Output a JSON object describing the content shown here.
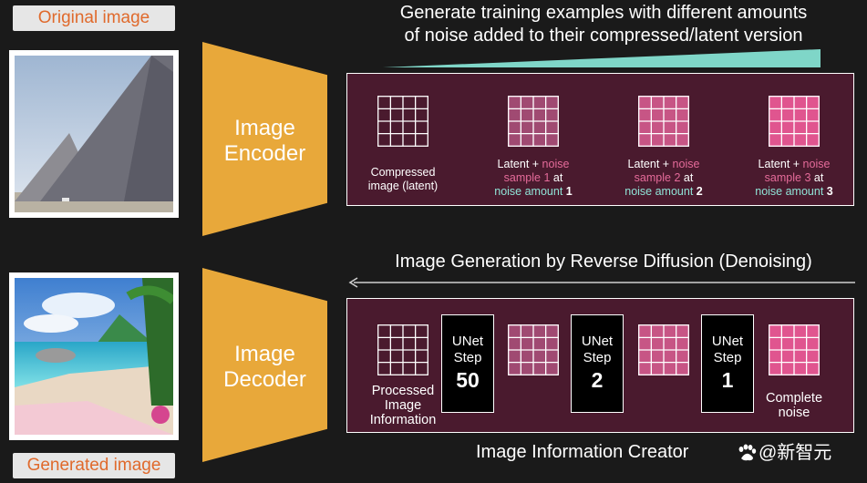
{
  "labels": {
    "original_image": "Original image",
    "generated_image": "Generated image"
  },
  "encoder": {
    "line1": "Image",
    "line2": "Encoder"
  },
  "decoder": {
    "line1": "Image",
    "line2": "Decoder"
  },
  "top": {
    "headline_line1": "Generate training examples with different amounts",
    "headline_line2": "of noise added to their compressed/latent version",
    "compressed_line1": "Compressed",
    "compressed_line2": "image (latent)",
    "samples": [
      {
        "latent": "Latent + ",
        "noise": "noise",
        "sample": "sample 1",
        "at": " at",
        "amount_text": "noise amount ",
        "amount_num": "1"
      },
      {
        "latent": "Latent + ",
        "noise": "noise",
        "sample": "sample 2",
        "at": " at",
        "amount_text": "noise amount ",
        "amount_num": "2"
      },
      {
        "latent": "Latent + ",
        "noise": "noise",
        "sample": "sample 3",
        "at": " at",
        "amount_text": "noise amount ",
        "amount_num": "3"
      }
    ]
  },
  "bottom": {
    "headline": "Image Generation by Reverse Diffusion (Denoising)",
    "processed_line1": "Processed",
    "processed_line2": "Image",
    "processed_line3": "Information",
    "unet_steps": [
      {
        "line1": "UNet",
        "line2": "Step",
        "num": "50"
      },
      {
        "line1": "UNet",
        "line2": "Step",
        "num": "2"
      },
      {
        "line1": "UNet",
        "line2": "Step",
        "num": "1"
      }
    ],
    "complete_line1": "Complete",
    "complete_line2": "noise",
    "footer": "Image Information Creator",
    "watermark": "@新智元"
  },
  "colors": {
    "accent_orange": "#e06a2c",
    "codec_gold": "#e8a83a",
    "panel_maroon": "#4a1a2e",
    "noise_pink": "#e56b9a",
    "amount_teal": "#8fe3d6",
    "wedge_teal": "#7fd6c8"
  },
  "icons": [
    "paw-icon",
    "left-arrow-icon",
    "noise-wedge-icon"
  ]
}
